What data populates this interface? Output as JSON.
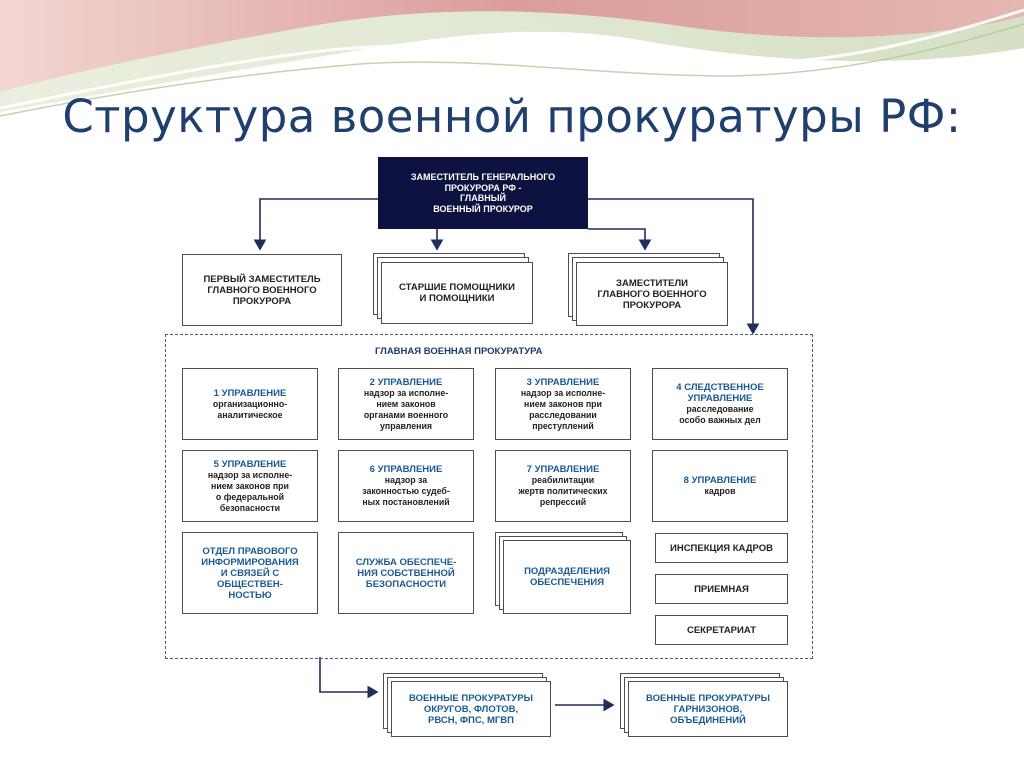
{
  "slide": {
    "title": "Структура военной прокуратуры РФ:"
  },
  "top": {
    "text": "ЗАМЕСТИТЕЛЬ ГЕНЕРАЛЬНОГО\nПРОКУРОРА РФ -\nГЛАВНЫЙ\nВОЕННЫЙ ПРОКУРОР"
  },
  "deputies": [
    "ПЕРВЫЙ ЗАМЕСТИТЕЛЬ\nГЛАВНОГО ВОЕННОГО\nПРОКУРОРА",
    "СТАРШИЕ ПОМОЩНИКИ\nИ ПОМОЩНИКИ",
    "ЗАМЕСТИТЕЛИ\nГЛАВНОГО ВОЕННОГО\nПРОКУРОРА"
  ],
  "gvp": {
    "title": "ГЛАВНАЯ ВОЕННАЯ ПРОКУРАТУРА"
  },
  "departments": [
    {
      "name": "1 УПРАВЛЕНИЕ",
      "desc": "организационно-\nаналитическое"
    },
    {
      "name": "2 УПРАВЛЕНИЕ",
      "desc": "надзор за исполне-\nнием законов\nорганами военного\nуправления"
    },
    {
      "name": "3 УПРАВЛЕНИЕ",
      "desc": "надзор за исполне-\nнием законов при\nрасследовании\nпреступлений"
    },
    {
      "name": "4 СЛЕДСТВЕННОЕ\nУПРАВЛЕНИЕ",
      "desc": "расследование\nособо важных дел"
    },
    {
      "name": "5 УПРАВЛЕНИЕ",
      "desc": "надзор за исполне-\nнием законов при\nо федеральной\nбезопасности"
    },
    {
      "name": "6 УПРАВЛЕНИЕ",
      "desc": "надзор за\nзаконностью судеб-\nных постановлений"
    },
    {
      "name": "7 УПРАВЛЕНИЕ",
      "desc": "реабилитации\nжертв политических\nрепрессий"
    },
    {
      "name": "8 УПРАВЛЕНИЕ",
      "desc": "кадров"
    }
  ],
  "services": {
    "legal": "ОТДЕЛ ПРАВОВОГО\nИНФОРМИРОВАНИЯ\nИ СВЯЗЕЙ С\nОБЩЕСТВЕН-\nНОСТЬЮ",
    "security": "СЛУЖБА ОБЕСПЕЧЕ-\nНИЯ СОБСТВЕННОЙ\nБЕЗОПАСНОСТИ",
    "support": "ПОДРАЗДЕЛЕНИЯ\nОБЕСПЕЧЕНИЯ",
    "hr_inspection": "ИНСПЕКЦИЯ КАДРОВ",
    "reception": "ПРИЕМНАЯ",
    "secretariat": "СЕКРЕТАРИАТ"
  },
  "bottom": {
    "districts": "ВОЕННЫЕ ПРОКУРАТУРЫ\nОКРУГОВ, ФЛОТОВ,\nРВСН, ФПС, МГВП",
    "garrisons": "ВОЕННЫЕ ПРОКУРАТУРЫ\nГАРНИЗОНОВ,\nОБЪЕДИНЕНИЙ"
  },
  "colors": {
    "title": "#1f3f6e",
    "top_box_fill": "#0d1240",
    "accent_blue": "#1a5a94",
    "border": "#4e4e4e",
    "wave_pink": "#e2a3a3",
    "wave_green": "#c9d7ad"
  }
}
